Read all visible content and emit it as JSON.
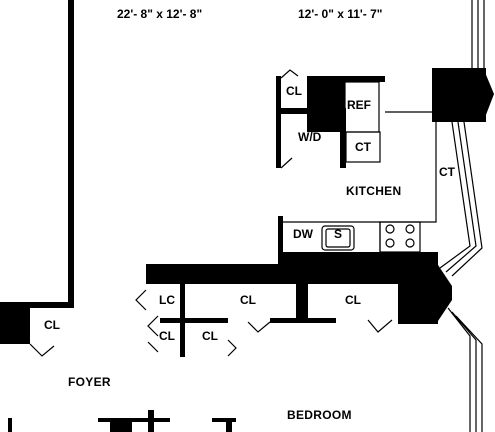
{
  "dimensions": {
    "living": "22'- 8\" x 12'- 8\"",
    "kitchen": "12'- 0\" x 11'- 7\""
  },
  "rooms": {
    "kitchen": "KITCHEN",
    "foyer": "FOYER",
    "bedroom": "BEDROOM"
  },
  "fixtures": {
    "refrigerator": "REF",
    "washer_dryer": "W/D",
    "counter_top_upper": "CT",
    "counter_top_right": "CT",
    "dishwasher": "DW",
    "sink": "S"
  },
  "closets": {
    "kitchen_closet": "CL",
    "linen_closet": "LC",
    "hall_closet_1": "CL",
    "hall_closet_2": "CL",
    "lower_closet_1": "CL",
    "lower_closet_2": "CL",
    "foyer_closet": "CL"
  },
  "colors": {
    "wall": "#000000",
    "background": "#ffffff"
  }
}
